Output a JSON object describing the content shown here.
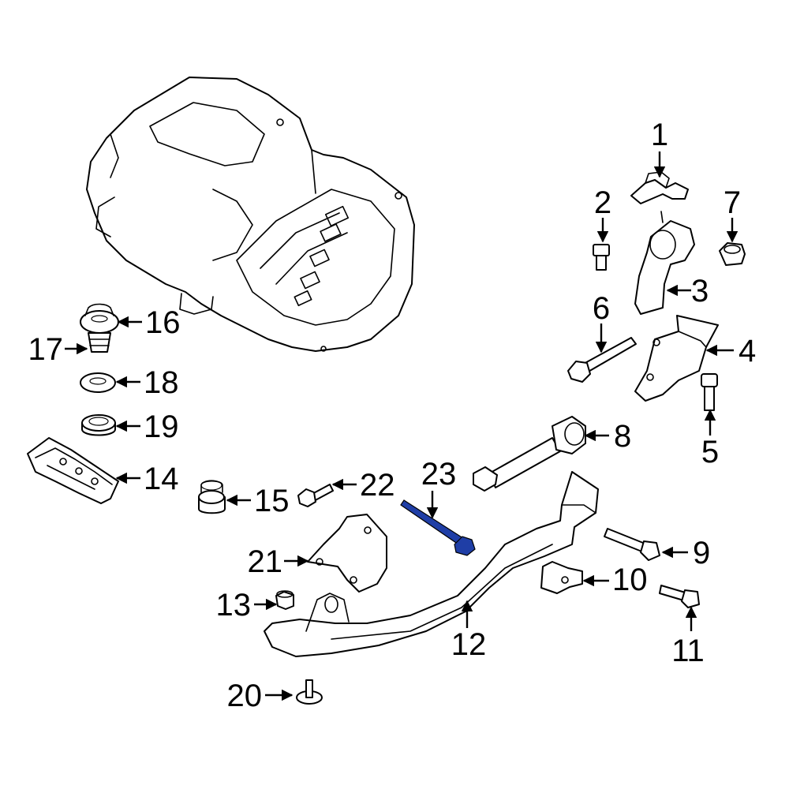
{
  "callouts": [
    "1",
    "2",
    "3",
    "4",
    "5",
    "6",
    "7",
    "8",
    "9",
    "10",
    "11",
    "12",
    "13",
    "14",
    "15",
    "16",
    "17",
    "18",
    "19",
    "20",
    "21",
    "22",
    "23"
  ],
  "highlight": {
    "part": "23",
    "color": "#1f3ea6"
  },
  "line_color": "#000000",
  "background": "#ffffff"
}
